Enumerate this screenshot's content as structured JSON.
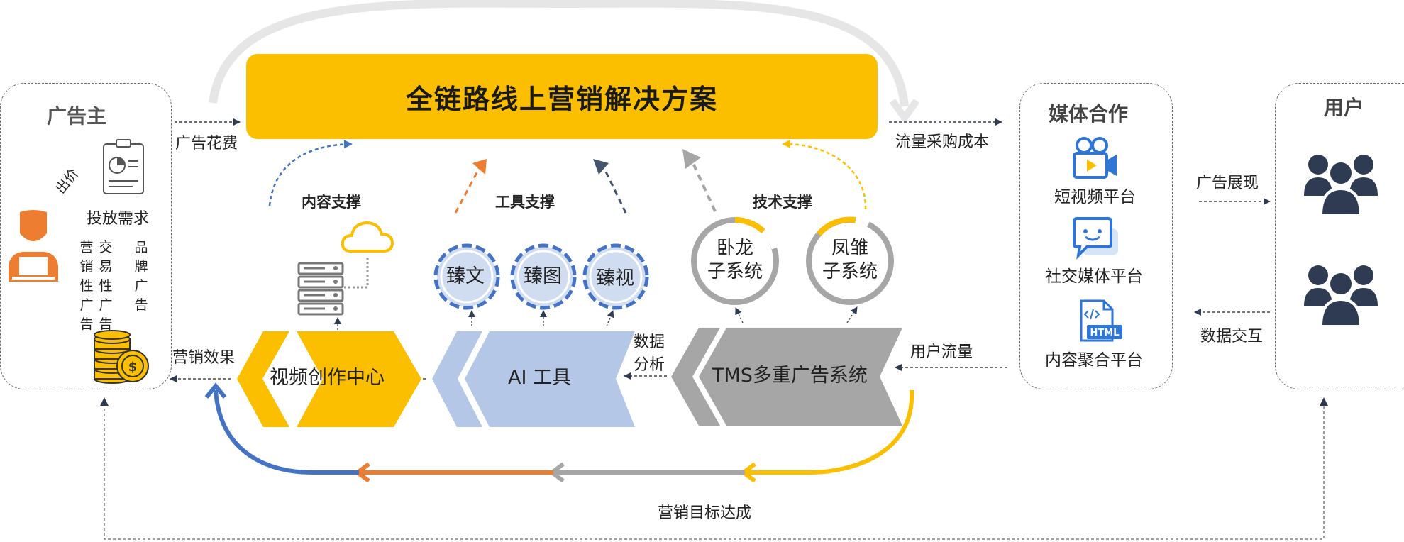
{
  "title": "全链路线上营销解决方案",
  "advertiser": {
    "title": "广告主",
    "arrow_label": "出价",
    "need_label": "投放需求",
    "col1": [
      "营",
      "销",
      "性",
      "广",
      "告"
    ],
    "col2": [
      "交",
      "易",
      "性",
      "广",
      "告"
    ],
    "col3": [
      "品",
      "牌",
      "广",
      "告"
    ]
  },
  "flows": {
    "ad_spend": "广告花费",
    "traffic_cost": "流量采购成本",
    "marketing_effect": "营销效果",
    "data_analysis_1": "数据",
    "data_analysis_2": "分析",
    "user_traffic": "用户流量",
    "ad_display": "广告展现",
    "data_interaction": "数据交互",
    "goal_achieved": "营销目标达成"
  },
  "supports": {
    "content": "内容支撑",
    "tools": "工具支撑",
    "tech": "技术支撑"
  },
  "tools": [
    "臻文",
    "臻图",
    "臻视"
  ],
  "subsystems": [
    {
      "line1": "卧龙",
      "line2": "子系统"
    },
    {
      "line1": "凤雏",
      "line2": "子系统"
    }
  ],
  "chevrons": {
    "video": "视频创作中心",
    "ai": "AI 工具",
    "tms": "TMS多重广告系统"
  },
  "media": {
    "title": "媒体合作",
    "items": [
      "短视频平台",
      "社交媒体平台",
      "内容聚合平台"
    ]
  },
  "users": {
    "title": "用户"
  },
  "icons": {
    "advertiser": "person-laptop-icon",
    "need": "clipboard-chart-icon",
    "coins": "coin-stack-icon",
    "server": "server-icon",
    "cloud": "cloud-icon",
    "video": "video-camera-icon",
    "chat": "chat-bubble-icon",
    "html": "html-file-icon",
    "users": "user-group-icon"
  },
  "colors": {
    "yellow": "#FBBF00",
    "blue_light": "#B4C7E7",
    "gray": "#A6A6A6",
    "orange": "#ED7D31",
    "blue": "#4472C4",
    "navy": "#44546A",
    "icon_navy": "#2F3B52"
  }
}
